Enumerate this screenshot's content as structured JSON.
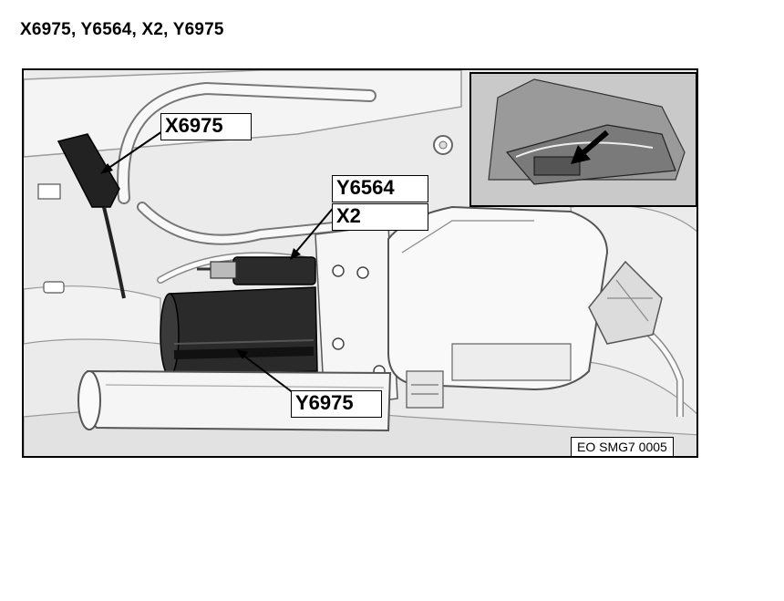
{
  "title": "X6975, Y6564, X2, Y6975",
  "callouts": {
    "x6975": "X6975",
    "y6564": "Y6564",
    "x2": "X2",
    "y6975": "Y6975"
  },
  "document_code": "EO SMG7 0005"
}
